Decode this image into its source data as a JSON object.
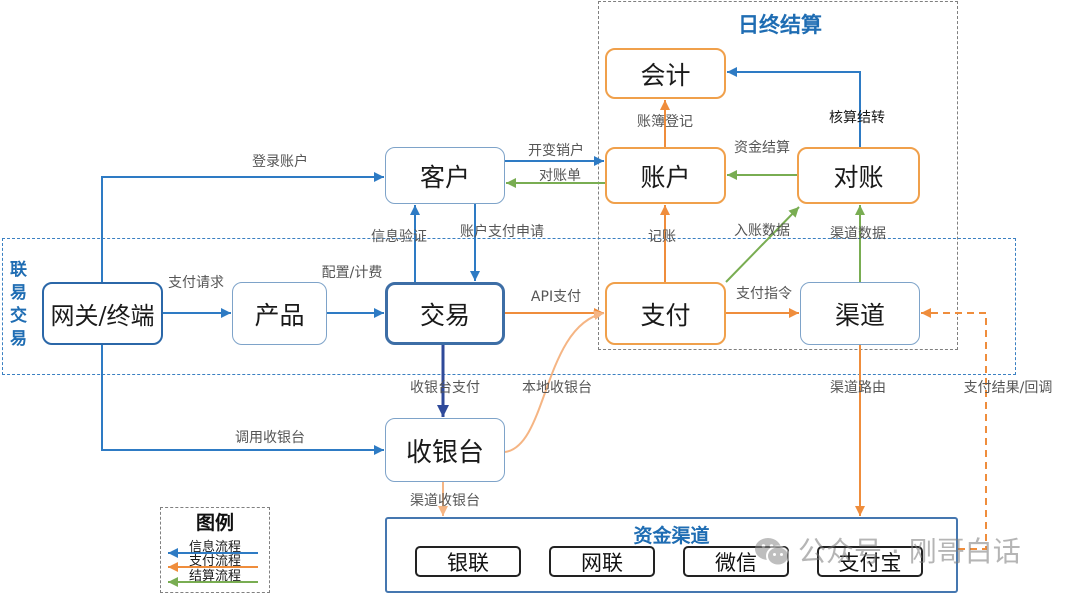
{
  "zones": {
    "settlement": {
      "title": "日终结算"
    },
    "online": {
      "title": "联易交易"
    }
  },
  "nodes": {
    "accounting": "会计",
    "account": "账户",
    "reconciliation": "对账",
    "customer": "客户",
    "gateway": "网关/终端",
    "product": "产品",
    "transaction": "交易",
    "payment": "支付",
    "channel": "渠道",
    "cashier": "收银台"
  },
  "fund_channels": {
    "title": "资金渠道",
    "items": [
      "银联",
      "网联",
      "微信",
      "支付宝"
    ]
  },
  "edges": {
    "login": "登录账户",
    "pay_request": "支付请求",
    "config_billing": "配置/计费",
    "info_verify": "信息验证",
    "account_pay_request": "账户支付申请",
    "open_account": "开变销户",
    "statement": "对账单",
    "ledger_entry": "账簿登记",
    "fund_settlement": "资金结算",
    "accounting_transfer": "核算结转",
    "bookkeeping": "记账",
    "posting_data": "入账数据",
    "channel_data": "渠道数据",
    "api_pay": "API支付",
    "pay_instruction": "支付指令",
    "cashier_pay": "收银台支付",
    "local_cashier": "本地收银台",
    "channel_routing": "渠道路由",
    "pay_result": "支付结果/回调",
    "call_cashier": "调用收银台",
    "channel_cashier": "渠道收银台"
  },
  "legend": {
    "title": "图例",
    "items": [
      {
        "label": "信息流程",
        "color": "#2e7bc4"
      },
      {
        "label": "支付流程",
        "color": "#ef8d3c"
      },
      {
        "label": "结算流程",
        "color": "#79ad52"
      }
    ]
  },
  "flow_colors": {
    "info": "#2e7bc4",
    "payment": "#ef8d3c",
    "settlement": "#79ad52",
    "cashier_pay": "#2f4a9a",
    "payment_light": "#f5b584"
  },
  "watermark": {
    "icon": "wechat-icon",
    "text": "公众号 · 刚哥白话"
  }
}
